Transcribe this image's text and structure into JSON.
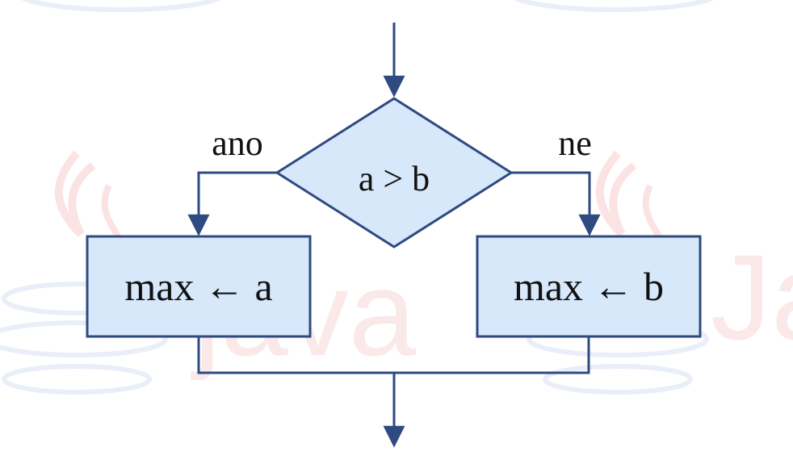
{
  "diagram": {
    "decision": {
      "text": "a > b"
    },
    "branch_yes": {
      "text": "ano"
    },
    "branch_no": {
      "text": "ne"
    },
    "process_left": {
      "text": "max ← a"
    },
    "process_right": {
      "text": "max ← b"
    }
  },
  "watermark": {
    "text": "java",
    "text_right": "Ja"
  },
  "colors": {
    "line": "#2f4a80",
    "box_fill": "#d6e8fa",
    "watermark_red": "#fbe3e3",
    "watermark_blue": "#e9eef8"
  }
}
